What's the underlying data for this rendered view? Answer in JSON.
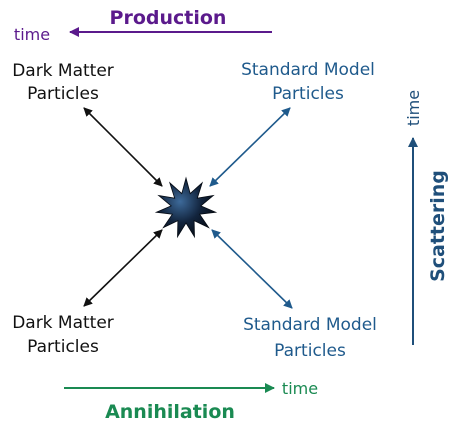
{
  "labels": {
    "production": "Production",
    "production_time": "time",
    "dm_top_line1": "Dark Matter",
    "dm_top_line2": "Particles",
    "sm_top_line1": "Standard Model",
    "sm_top_line2": "Particles",
    "dm_bottom_line1": "Dark Matter",
    "dm_bottom_line2": "Particles",
    "sm_bottom_line1": "Standard Model",
    "sm_bottom_line2": "Particles",
    "scattering": "Scattering",
    "scattering_time": "time",
    "annihilation": "Annihilation",
    "annihilation_time": "time"
  },
  "colors": {
    "production": "#5b1a8c",
    "standard_model": "#1f5a8c",
    "dark_matter": "#111111",
    "annihilation": "#1a8a52",
    "scattering": "#1f4f7a",
    "vertex": "#0c1a2e"
  },
  "icons": {
    "vertex": "interaction-vertex-starburst"
  }
}
